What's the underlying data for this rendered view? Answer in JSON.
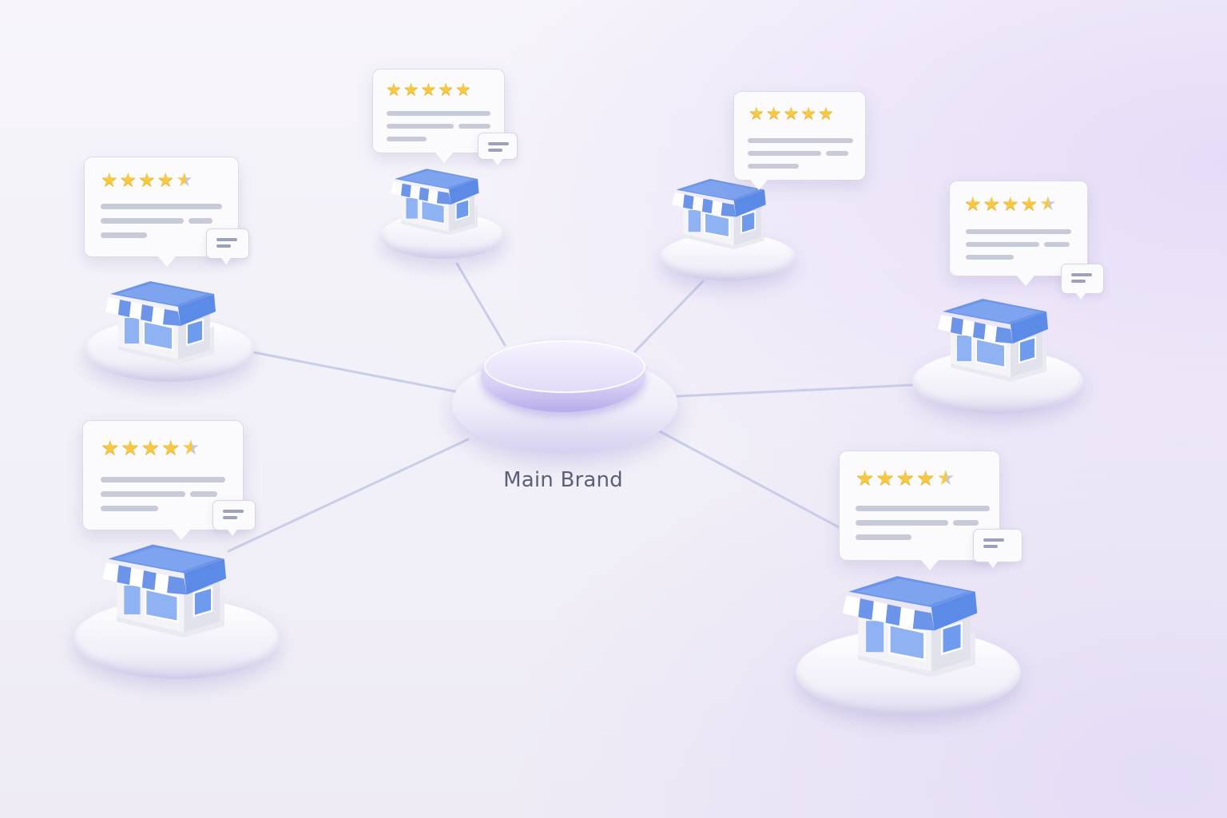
{
  "diagram": {
    "type": "hub-and-spoke",
    "hub": {
      "label": "Main Brand",
      "color": "#d9d1f6"
    },
    "colors": {
      "star_filled": "#f7c843",
      "star_empty": "#c6c8d6",
      "shop_roof": "#5b8be6",
      "awning_stripe": "#ffffff",
      "connector": "#c9cdea",
      "placeholder_bar": "#c9cad8"
    },
    "stores": [
      {
        "id": "store-top-left",
        "rating": 4.5,
        "stars": [
          "full",
          "full",
          "full",
          "full",
          "half"
        ],
        "has_comment_icon": true
      },
      {
        "id": "store-top-center",
        "rating": 5,
        "stars": [
          "full",
          "full",
          "full",
          "full",
          "full"
        ],
        "has_comment_icon": true
      },
      {
        "id": "store-top-right",
        "rating": 5,
        "stars": [
          "full",
          "full",
          "full",
          "full",
          "full"
        ],
        "has_comment_icon": false
      },
      {
        "id": "store-right",
        "rating": 4.5,
        "stars": [
          "full",
          "full",
          "full",
          "full",
          "half"
        ],
        "has_comment_icon": true
      },
      {
        "id": "store-bottom-left",
        "rating": 4.5,
        "stars": [
          "full",
          "full",
          "full",
          "full",
          "half"
        ],
        "has_comment_icon": true
      },
      {
        "id": "store-bottom-right",
        "rating": 4.5,
        "stars": [
          "full",
          "full",
          "full",
          "full",
          "half"
        ],
        "has_comment_icon": true
      }
    ],
    "icons": {
      "star": "★",
      "comment": "chat-bubble-icon",
      "store": "storefront-icon"
    }
  }
}
